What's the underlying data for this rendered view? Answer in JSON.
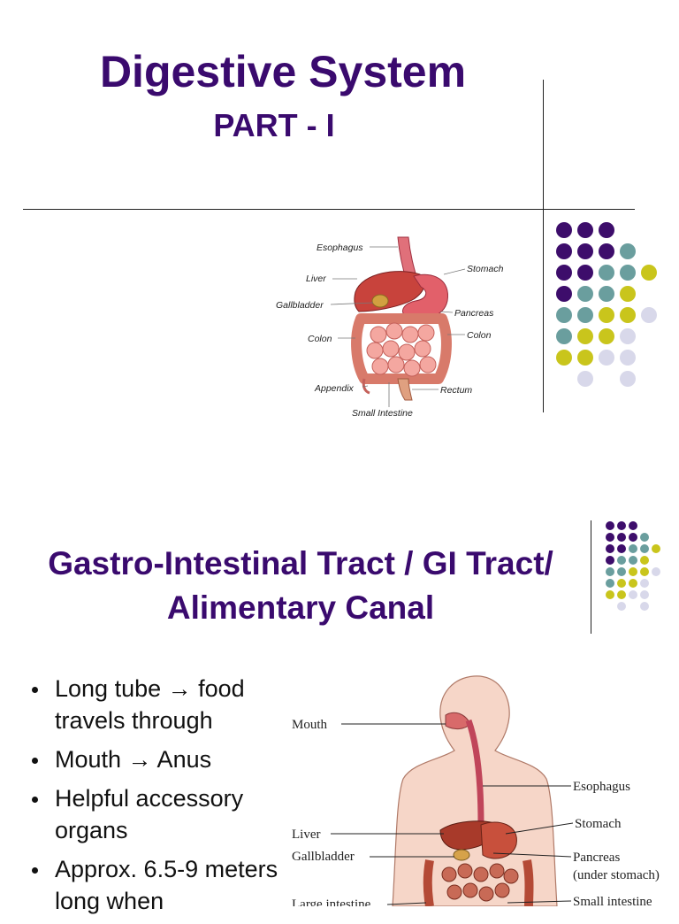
{
  "slide1": {
    "title": "Digestive System",
    "subtitle": "PART - I",
    "diagram_labels": {
      "esophagus": "Esophagus",
      "liver": "Liver",
      "gallbladder": "Gallbladder",
      "colon_left": "Colon",
      "appendix": "Appendix",
      "stomach": "Stomach",
      "pancreas": "Pancreas",
      "colon_right": "Colon",
      "rectum": "Rectum",
      "small_intestine": "Small Intestine"
    }
  },
  "slide2": {
    "title_line1": "Gastro-Intestinal Tract / GI Tract/",
    "title_line2": "Alimentary Canal",
    "bullets": [
      "Long tube → food travels through",
      "Mouth → Anus",
      "Helpful accessory organs",
      "Approx. 6.5-9 meters long when"
    ],
    "diagram_labels": {
      "mouth": "Mouth",
      "esophagus": "Esophagus",
      "stomach": "Stomach",
      "liver": "Liver",
      "gallbladder": "Gallbladder",
      "pancreas": "Pancreas",
      "pancreas_note": "(under stomach)",
      "large_intestine": "Large intestine",
      "small_intestine": "Small intestine"
    }
  },
  "colors": {
    "title": "#3a0a6e",
    "dot_purple": "#3d0d6b",
    "dot_teal": "#6a9e9e",
    "dot_olive": "#c9c51c",
    "dot_lavender": "#d8d8ea"
  }
}
